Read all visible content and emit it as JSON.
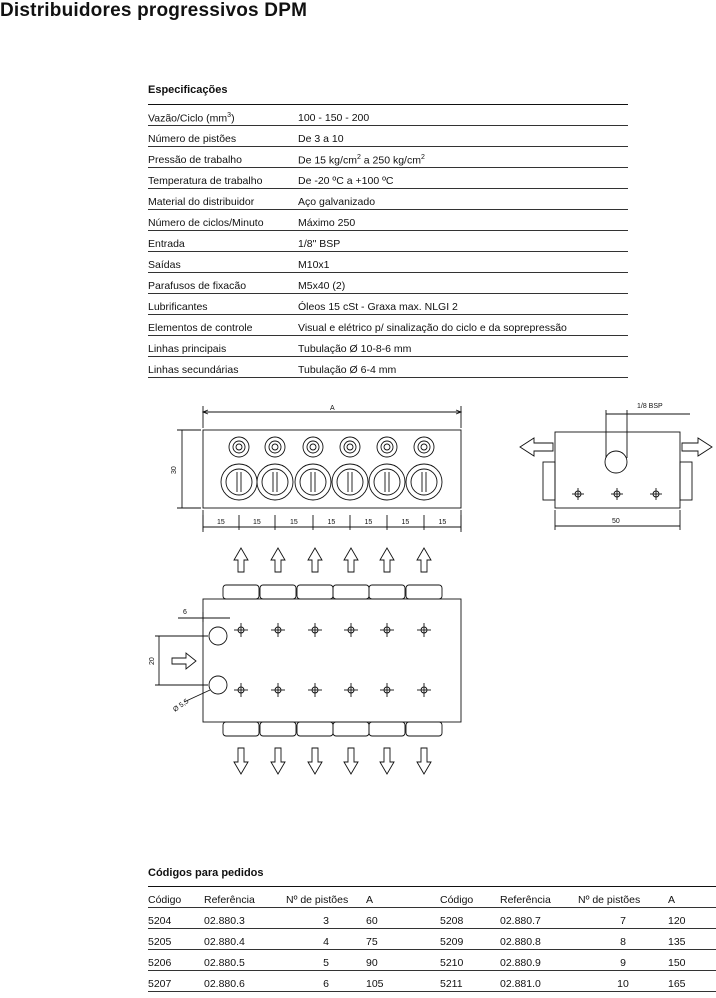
{
  "title": "Distribuidores progressivos DPM",
  "specs": {
    "heading": "Especificações",
    "rows": [
      {
        "label_main": "Vazão/Ciclo (mm",
        "label_sup": "3",
        "label_end": ")",
        "value": "100 - 150 - 200"
      },
      {
        "label": "Número de pistões",
        "value": "De 3 a 10"
      },
      {
        "label": "Pressão de trabalho",
        "value_parts": [
          "De 15 kg/cm",
          "2",
          " a 250 kg/cm",
          "2"
        ]
      },
      {
        "label": "Temperatura de trabalho",
        "value": "De -20 ºC a +100 ºC"
      },
      {
        "label": "Material do distribuidor",
        "value": "Aço galvanizado"
      },
      {
        "label": "Número de ciclos/Minuto",
        "value": "Máximo 250"
      },
      {
        "label": "Entrada",
        "value": "1/8\" BSP"
      },
      {
        "label": "Saídas",
        "value": "M10x1"
      },
      {
        "label": "Parafusos de fixacão",
        "value": "M5x40 (2)"
      },
      {
        "label": "Lubrificantes",
        "value": "Óleos 15 cSt - Graxa max. NLGI 2"
      },
      {
        "label": "Elementos de controle",
        "value": "Visual e elétrico p/ sinalização do ciclo e da sopre­pressão"
      },
      {
        "label": "Linhas principais",
        "value": "Tubulação Ø 10-8-6 mm"
      },
      {
        "label": "Linhas secundárias",
        "value": "Tubulação Ø 6-4 mm"
      }
    ]
  },
  "drawing": {
    "dim_a": "A",
    "dim_30": "30",
    "dim_15": "15",
    "dim_bsp": "1/8 BSP",
    "dim_50": "50",
    "dim_6": "6",
    "dim_20": "20",
    "dim_55": "Ø 5,5"
  },
  "codes": {
    "heading": "Códigos para pedidos",
    "headers": [
      "Código",
      "Referência",
      "Nº de pistões",
      "A",
      "Código",
      "Referência",
      "Nº de pistões",
      "A"
    ],
    "rows": [
      [
        "5204",
        "02.880.3",
        "3",
        "60",
        "5208",
        "02.880.7",
        "7",
        "120"
      ],
      [
        "5205",
        "02.880.4",
        "4",
        "75",
        "5209",
        "02.880.8",
        "8",
        "135"
      ],
      [
        "5206",
        "02.880.5",
        "5",
        "90",
        "5210",
        "02.880.9",
        "9",
        "150"
      ],
      [
        "5207",
        "02.880.6",
        "6",
        "105",
        "5211",
        "02.881.0",
        "10",
        "165"
      ]
    ]
  }
}
